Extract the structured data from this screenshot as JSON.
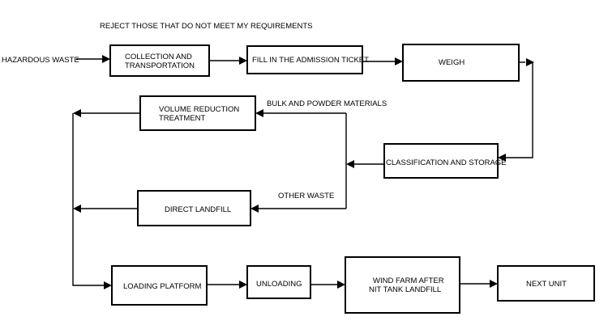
{
  "diagram": {
    "top_note": "REJECT THOSE THAT DO NOT MEET MY REQUIREMENTS",
    "input_label": "HAZARDOUS WASTE",
    "nodes": {
      "collection": {
        "line1": "COLLECTION AND",
        "line2": "TRANSPORTATION"
      },
      "admission": "FILL IN THE ADMISSION TICKET",
      "weigh": "WEIGH",
      "volume_reduction": {
        "line1": "VOLUME REDUCTION",
        "line2": "TREATMENT"
      },
      "classification": "CLASSIFICATION AND STORAGE",
      "direct_landfill": "DIRECT LANDFILL",
      "loading_platform": "LOADING PLATFORM",
      "unloading": "UNLOADING",
      "wind_farm": {
        "line1": "WIND FARM AFTER",
        "line2": "NIT TANK LANDFILL"
      },
      "next_unit": "NEXT UNIT"
    },
    "edge_labels": {
      "bulk": "BULK AND POWDER MATERIALS",
      "other": "OTHER WASTE"
    }
  }
}
